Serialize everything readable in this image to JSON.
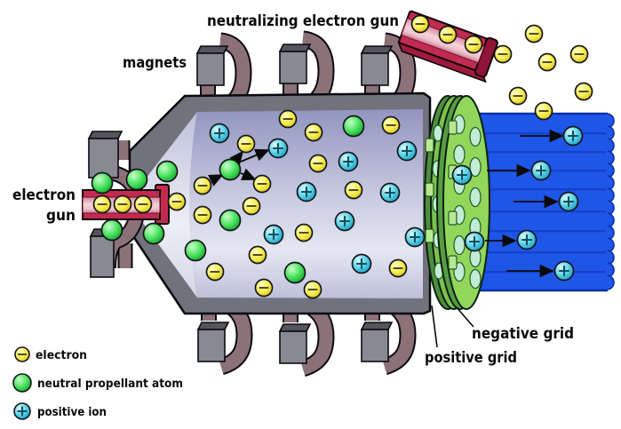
{
  "labels": {
    "neutralizing_gun": "neutralizing electron gun",
    "magnets": "magnets",
    "electron_gun_line1": "electron",
    "electron_gun_line2": "gun",
    "negative_grid": "negative grid",
    "positive_grid": "positive grid"
  },
  "legend": [
    {
      "type": "electron",
      "label": "electron"
    },
    {
      "type": "neutral-propellant-atom",
      "label": "neutral propellant atom"
    },
    {
      "type": "positive-ion",
      "label": "positive ion"
    }
  ],
  "colors": {
    "electron": "#f8ec4e",
    "neutral_atom": "#44e05a",
    "positive_ion": "#52cfe4",
    "beam_blue": "#1e56e8",
    "beam_stripe": "#1441c9",
    "grid_green": "#90d75b",
    "grid_green_dark": "#569d43",
    "gun_red": "#c22b50",
    "gun_pink": "#f6d3db",
    "magnet_yoke_mauve": "#8c7179",
    "magnet_block_gray": "#898991",
    "chamber_shell_gray": "#72727d",
    "chamber_interior_lavender": "#c7c9e0"
  },
  "particles": {
    "gun_electrons": [
      [
        115,
        230
      ],
      [
        138,
        230
      ],
      [
        161,
        230
      ]
    ],
    "neutralizer_electrons": [
      [
        473,
        27
      ],
      [
        504,
        39
      ],
      [
        533,
        50
      ]
    ],
    "stray_electrons": [
      [
        601,
        38
      ],
      [
        566,
        61
      ],
      [
        616,
        70
      ],
      [
        652,
        61
      ],
      [
        583,
        108
      ],
      [
        657,
        103
      ],
      [
        612,
        125
      ]
    ],
    "chamber": [
      [
        "e",
        199,
        227
      ],
      [
        "e",
        228,
        209
      ],
      [
        "e",
        228,
        242
      ],
      [
        "e",
        277,
        162
      ],
      [
        "e",
        324,
        134
      ],
      [
        "e",
        353,
        149
      ],
      [
        "e",
        440,
        141
      ],
      [
        "e",
        358,
        184
      ],
      [
        "e",
        295,
        207
      ],
      [
        "e",
        398,
        214
      ],
      [
        "e",
        283,
        232
      ],
      [
        "e",
        342,
        262
      ],
      [
        "e",
        290,
        287
      ],
      [
        "e",
        242,
        306
      ],
      [
        "e",
        448,
        302
      ],
      [
        "e",
        297,
        324
      ],
      [
        "e",
        352,
        326
      ],
      [
        "n",
        115,
        206
      ],
      [
        "n",
        154,
        202
      ],
      [
        "n",
        188,
        193
      ],
      [
        "n",
        126,
        259
      ],
      [
        "n",
        173,
        263
      ],
      [
        "n",
        220,
        282
      ],
      [
        "n",
        398,
        142
      ],
      [
        "n",
        259,
        191
      ],
      [
        "n",
        259,
        248
      ],
      [
        "n",
        332,
        307
      ],
      [
        "i",
        247,
        150
      ],
      [
        "i",
        313,
        167
      ],
      [
        "i",
        458,
        170
      ],
      [
        "i",
        392,
        182
      ],
      [
        "i",
        345,
        216
      ],
      [
        "i",
        439,
        217
      ],
      [
        "i",
        308,
        264
      ],
      [
        "i",
        388,
        249
      ],
      [
        "i",
        467,
        267
      ],
      [
        "i",
        407,
        297
      ]
    ],
    "beam_ions": [
      [
        645,
        153
      ],
      [
        609,
        192
      ],
      [
        640,
        227
      ],
      [
        593,
        270
      ],
      [
        635,
        305
      ],
      [
        534,
        272
      ],
      [
        520,
        197
      ]
    ]
  },
  "arrows": {
    "beam": [
      [
        585,
        153,
        633,
        153
      ],
      [
        548,
        192,
        596,
        192
      ],
      [
        578,
        227,
        627,
        227
      ],
      [
        546,
        271,
        580,
        271
      ],
      [
        570,
        305,
        622,
        305
      ]
    ],
    "collision": [
      [
        238,
        203,
        250,
        197
      ],
      [
        265,
        181,
        273,
        171
      ],
      [
        271,
        182,
        302,
        169
      ],
      [
        271,
        195,
        287,
        202
      ]
    ]
  }
}
